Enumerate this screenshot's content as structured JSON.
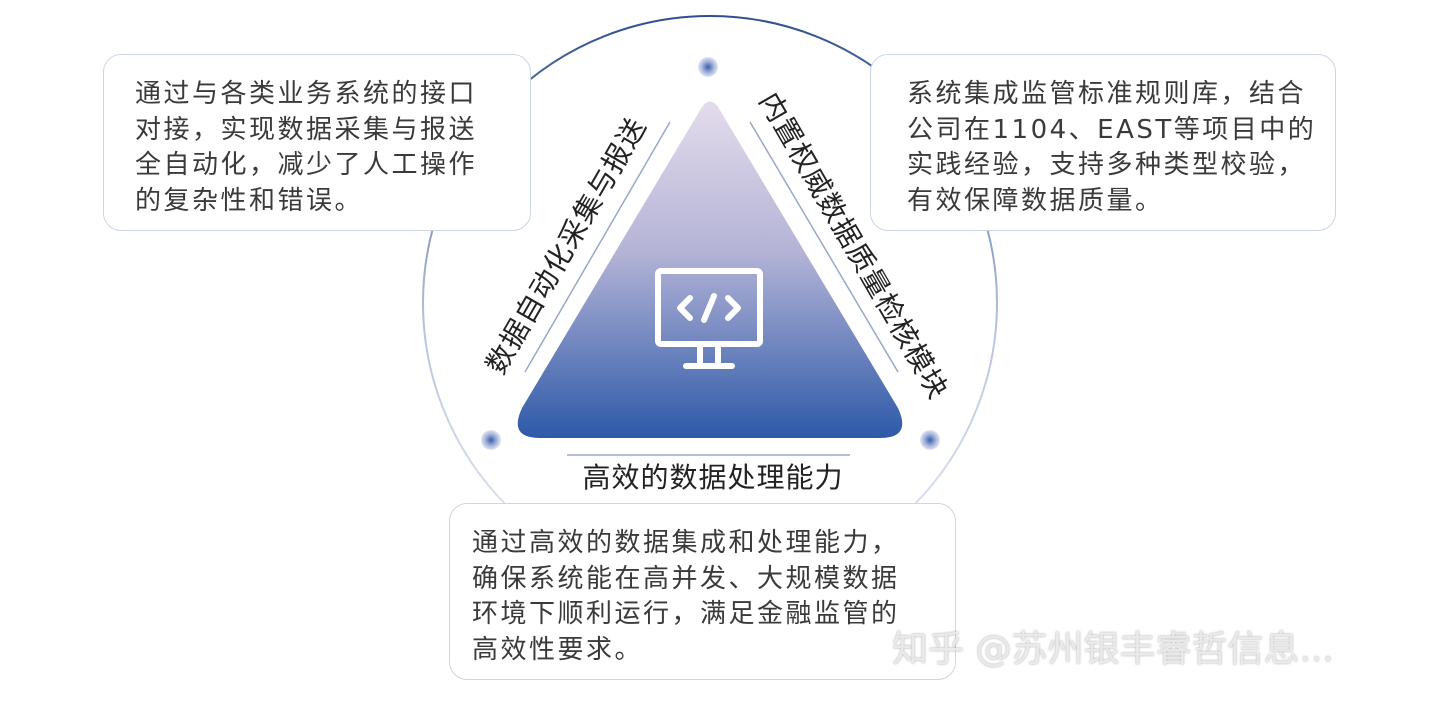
{
  "colors": {
    "triangle_top": "#e4dcec",
    "triangle_bottom": "#2d59a8",
    "circle_stroke": "#2f4f8f",
    "panel_border": "#cdd6e4",
    "dot_center": "#3a5db0"
  },
  "icons": {
    "center": "monitor-code-icon"
  },
  "labels": {
    "left_side": "数据自动化采集与报送",
    "right_side": "内置权威数据质量检核模块",
    "bottom_side": "高效的数据处理能力"
  },
  "panels": {
    "left": "通过与各类业务系统的接口\n对接，实现数据采集与报送\n全自动化，减少了人工操作\n的复杂性和错误。",
    "right": "系统集成监管标准规则库，结合\n公司在1104、EAST等项目中的\n实践经验，支持多种类型校验，\n有效保障数据质量。",
    "bottom": "通过高效的数据集成和处理能力，\n确保系统能在高并发、大规模数据\n环境下顺利运行，满足金融监管的\n高效性要求。"
  },
  "watermark": "知乎 @苏州银丰睿哲信息..."
}
